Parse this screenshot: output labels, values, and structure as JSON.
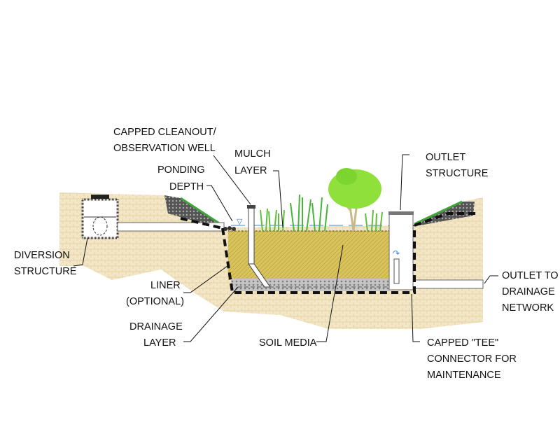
{
  "title": "Bioretention cross-section",
  "labels": {
    "cleanout": [
      "CAPPED CLEANOUT/",
      "OBSERVATION WELL"
    ],
    "mulch": [
      "MULCH",
      "LAYER"
    ],
    "ponding": [
      "PONDING",
      "DEPTH"
    ],
    "outlet_structure": [
      "OUTLET",
      "STRUCTURE"
    ],
    "diversion": [
      "DIVERSION",
      "STRUCTURE"
    ],
    "liner": [
      "LINER",
      "(OPTIONAL)"
    ],
    "drainage_layer": [
      "DRAINAGE",
      "LAYER"
    ],
    "soil_media": "SOIL MEDIA",
    "tee": [
      "CAPPED \"TEE\"",
      "CONNECTOR FOR",
      "MAINTENANCE"
    ],
    "outlet_network": [
      "OUTLET TO",
      "DRAINAGE",
      "NETWORK"
    ]
  },
  "colors": {
    "earth": "#f1e4c4",
    "soil_media": "#d8c25a",
    "gravel": "#a8a8a8",
    "grass": "#5fbf3a",
    "tree": "#8fe03a",
    "water": "#3a7fd8"
  }
}
